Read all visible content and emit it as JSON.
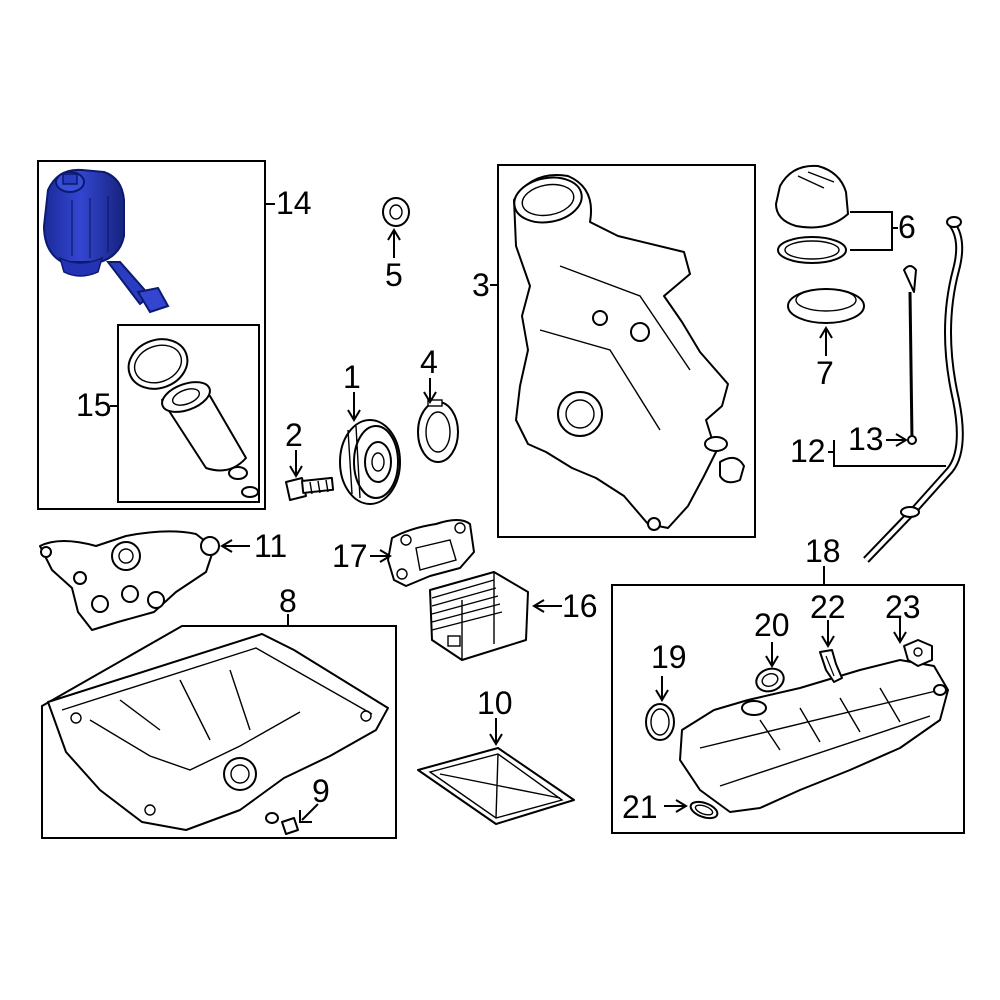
{
  "diagram": {
    "highlight_color": "#2433b5",
    "highlight_dark": "#0b1a6e",
    "line_color": "#000000",
    "background": "#ffffff",
    "highlighted_part": "14",
    "callouts": {
      "c1": "1",
      "c2": "2",
      "c3": "3",
      "c4": "4",
      "c5": "5",
      "c6": "6",
      "c7": "7",
      "c8": "8",
      "c9": "9",
      "c10": "10",
      "c11": "11",
      "c12": "12",
      "c13": "13",
      "c14": "14",
      "c15": "15",
      "c16": "16",
      "c17": "17",
      "c18": "18",
      "c19": "19",
      "c20": "20",
      "c21": "21",
      "c22": "22",
      "c23": "23"
    }
  }
}
